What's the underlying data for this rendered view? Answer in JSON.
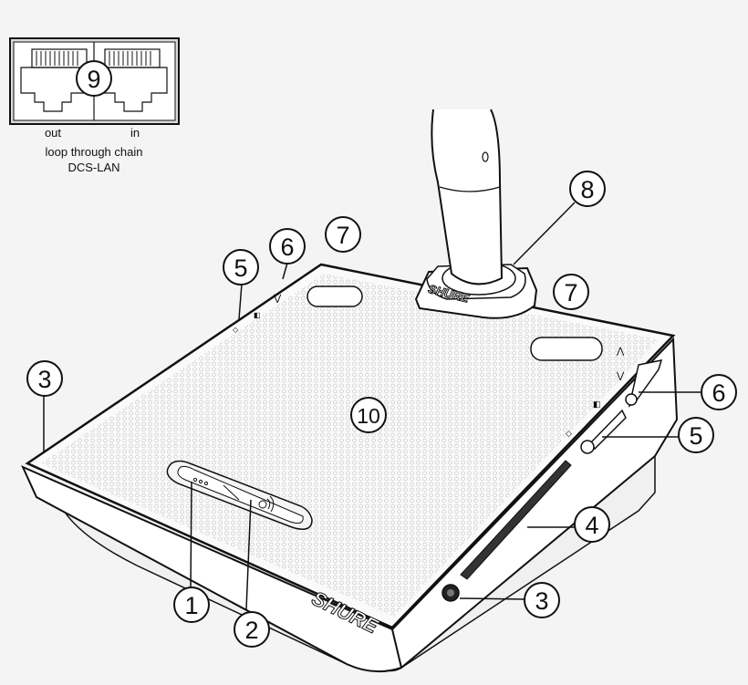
{
  "connector_panel": {
    "out_label": "out",
    "in_label": "in",
    "caption_line1": "loop through chain",
    "caption_line2": "DCS-LAN",
    "number": "9"
  },
  "device": {
    "brand_front": "SHURE",
    "brand_base": "SHURE"
  },
  "callouts": {
    "c1": "1",
    "c2": "2",
    "c3_left": "3",
    "c3_front": "3",
    "c4": "4",
    "c5_left": "5",
    "c5_right": "5",
    "c6_left": "6",
    "c6_right": "6",
    "c7_left": "7",
    "c7_right": "7",
    "c8": "8",
    "c10": "10"
  },
  "colors": {
    "background": "#f4f4f4",
    "line": "#111111",
    "panel_fill": "#f7f7f7"
  }
}
